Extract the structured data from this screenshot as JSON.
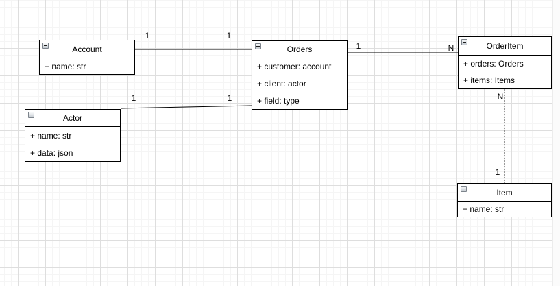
{
  "canvas": {
    "background": "#ffffff",
    "grid_minor_color": "#f5f5f5",
    "grid_major_color": "#dedede",
    "stroke_color": "#000000"
  },
  "classes": [
    {
      "name": "Account",
      "attributes": [
        "+ name: str"
      ]
    },
    {
      "name": "Orders",
      "attributes": [
        "+ customer: account",
        "+ client: actor",
        "+ field: type"
      ]
    },
    {
      "name": "OrderItem",
      "attributes": [
        "+ orders: Orders",
        "+ items: Items"
      ]
    },
    {
      "name": "Actor",
      "attributes": [
        "+ name: str",
        "+ data: json"
      ]
    },
    {
      "name": "Item",
      "attributes": [
        "+ name: str"
      ]
    }
  ],
  "connectors": [
    {
      "from": "Account",
      "to": "Orders",
      "style": "solid",
      "source_label": "1",
      "target_label": "1"
    },
    {
      "from": "Actor",
      "to": "Orders",
      "style": "solid",
      "source_label": "1",
      "target_label": "1"
    },
    {
      "from": "Orders",
      "to": "OrderItem",
      "style": "solid",
      "source_label": "1",
      "target_label": "N"
    },
    {
      "from": "OrderItem",
      "to": "Item",
      "style": "dashed",
      "source_label": "N",
      "target_label": "1"
    }
  ]
}
